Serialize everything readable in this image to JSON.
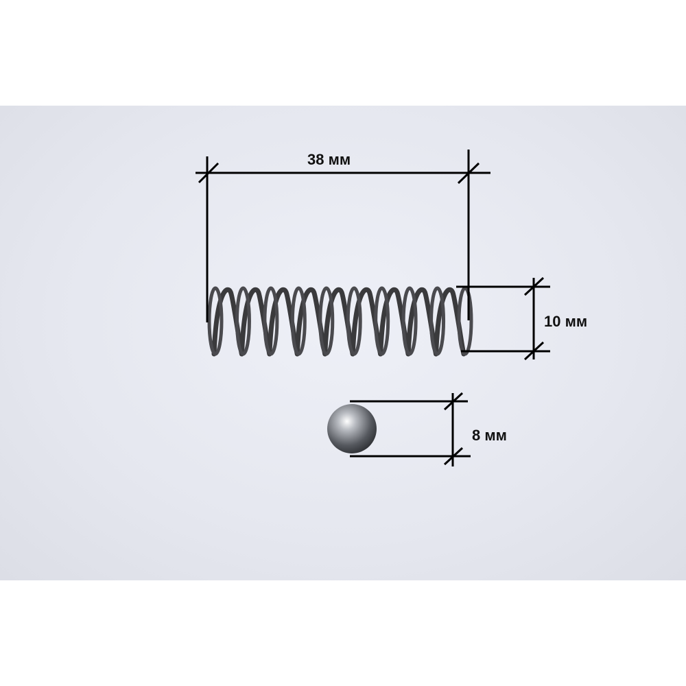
{
  "dimensions": {
    "length": "38 мм",
    "outer_diameter": "10 мм",
    "ball_diameter": "8 мм"
  },
  "colors": {
    "background": "#e6e8f0",
    "line": "#000000",
    "spring": "#3a3a3c"
  }
}
